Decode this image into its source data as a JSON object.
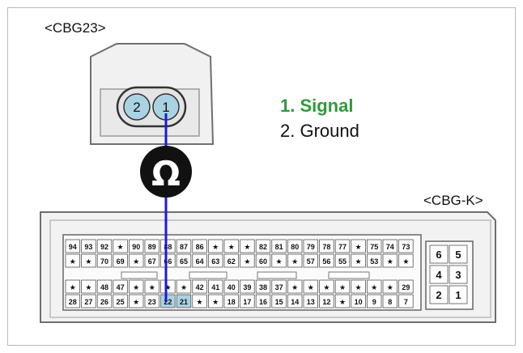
{
  "connector_a": {
    "label": "<CBG23>",
    "pins": [
      "2",
      "1"
    ]
  },
  "connector_b": {
    "label": "<CBG-K>",
    "row1": [
      "94",
      "93",
      "92",
      "★",
      "90",
      "89",
      "88",
      "87",
      "86",
      "★",
      "★",
      "★",
      "82",
      "81",
      "80",
      "79",
      "78",
      "77",
      "★",
      "75",
      "74",
      "73"
    ],
    "row2": [
      "★",
      "★",
      "70",
      "69",
      "★",
      "67",
      "66",
      "65",
      "64",
      "63",
      "62",
      "★",
      "60",
      "★",
      "★",
      "57",
      "56",
      "55",
      "★",
      "53",
      "★",
      "★"
    ],
    "row3": [
      "★",
      "★",
      "48",
      "47",
      "★",
      "★",
      "★",
      "★",
      "42",
      "41",
      "40",
      "39",
      "38",
      "37",
      "★",
      "★",
      "★",
      "★",
      "★",
      "★",
      "★",
      "29"
    ],
    "row4": [
      "28",
      "27",
      "26",
      "25",
      "★",
      "23",
      "22",
      "21",
      "★",
      "★",
      "18",
      "17",
      "16",
      "15",
      "14",
      "13",
      "12",
      "★",
      "10",
      "9",
      "8",
      "7"
    ],
    "side_pins": [
      [
        "6",
        "5"
      ],
      [
        "4",
        "3"
      ],
      [
        "2",
        "1"
      ]
    ]
  },
  "meter": {
    "symbol": "Ω",
    "icon": "ohmmeter-icon"
  },
  "legend": {
    "item1": "1. Signal",
    "item2": "2. Ground"
  },
  "colors": {
    "signal": "#2e9a3a",
    "wire": "#1b1bd6",
    "pin_highlight": "#a9d3e2",
    "meter": "#111111"
  },
  "probe_pin_a": "1",
  "probe_pin_b": "22"
}
